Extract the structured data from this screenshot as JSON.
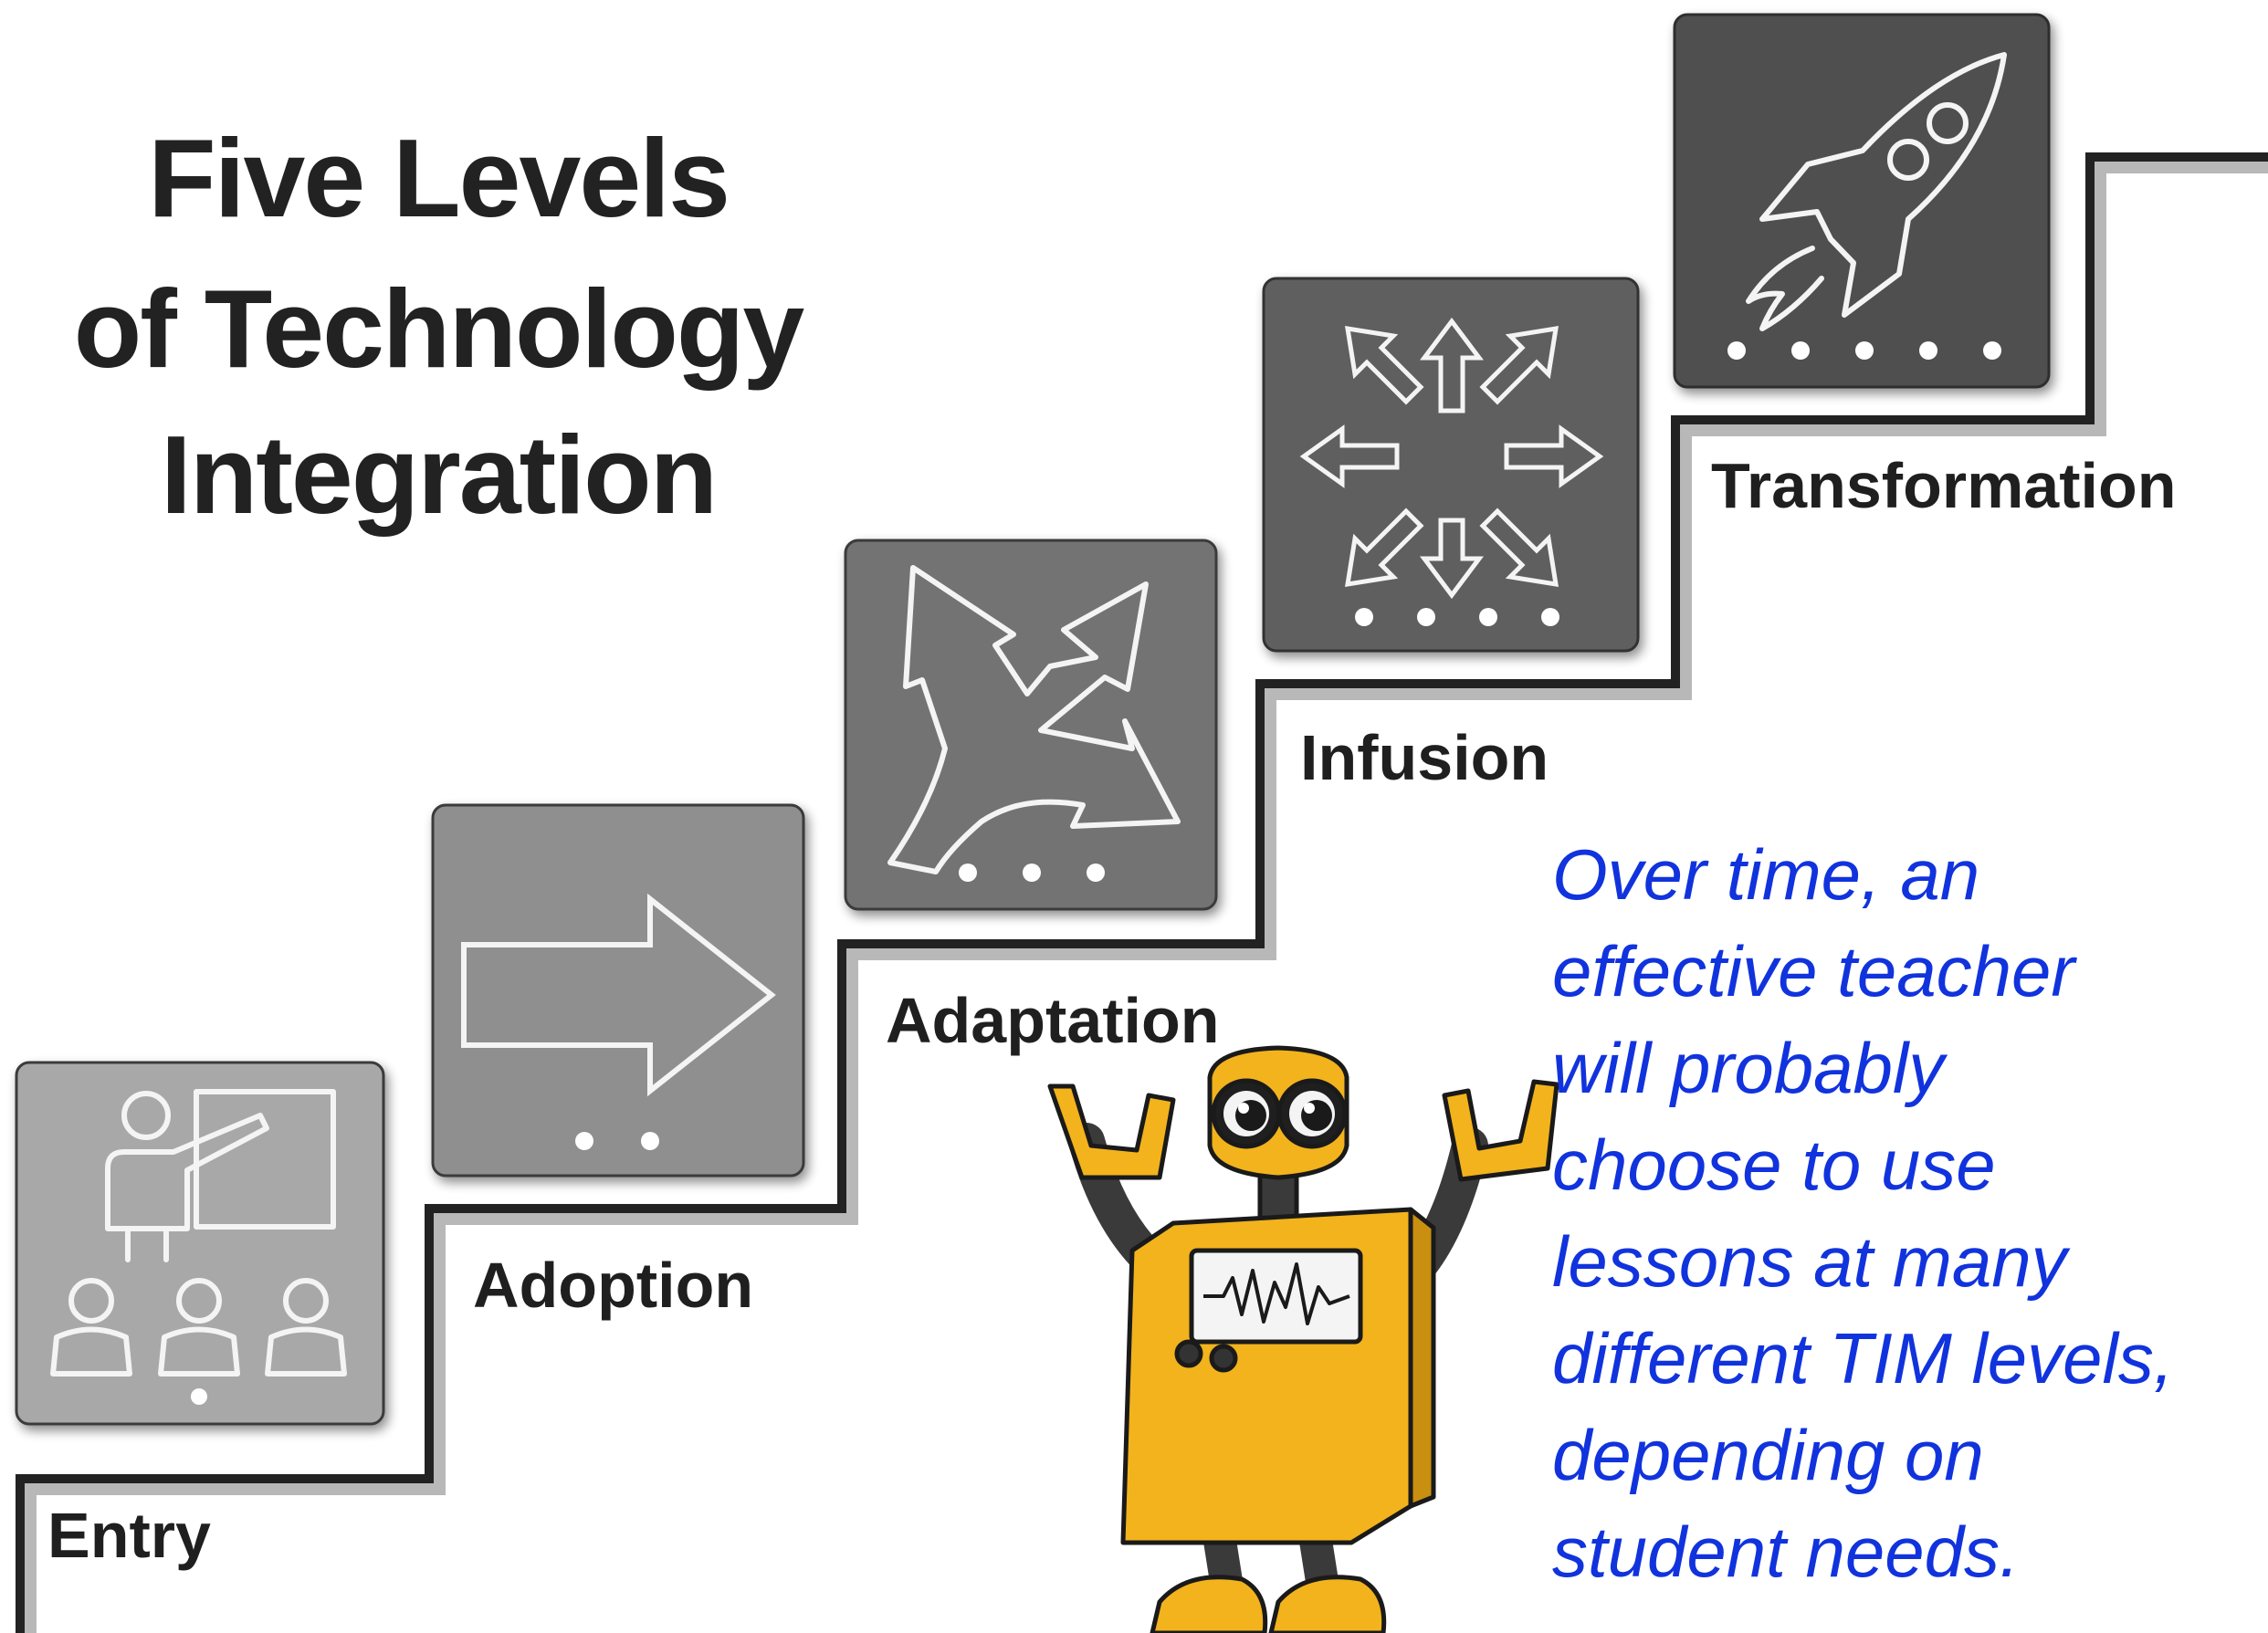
{
  "title": {
    "line1": "Five Levels",
    "line2": "of Technology",
    "line3": "Integration"
  },
  "levels": [
    {
      "name": "Entry",
      "icon": "teacher-presenting-icon",
      "dots": 1,
      "tile_color": "#a8a8a8"
    },
    {
      "name": "Adoption",
      "icon": "right-arrow-icon",
      "dots": 2,
      "tile_color": "#8f8f8f"
    },
    {
      "name": "Adaptation",
      "icon": "branching-arrows-icon",
      "dots": 3,
      "tile_color": "#737373"
    },
    {
      "name": "Infusion",
      "icon": "radiating-arrows-icon",
      "dots": 4,
      "tile_color": "#5e5e5e"
    },
    {
      "name": "Transformation",
      "icon": "rocket-icon",
      "dots": 5,
      "tile_color": "#505050"
    }
  ],
  "note": {
    "lines": [
      "Over time, an",
      "effective teacher",
      "will probably",
      "choose to use",
      "lessons at many",
      "different TIM levels,",
      "depending on",
      "student needs."
    ]
  },
  "mascot": {
    "name": "robot-icon",
    "body_color": "#f2b31c",
    "screen_wave": "waveform"
  },
  "colors": {
    "stair_line": "#222222",
    "note_text": "#1133dd"
  }
}
